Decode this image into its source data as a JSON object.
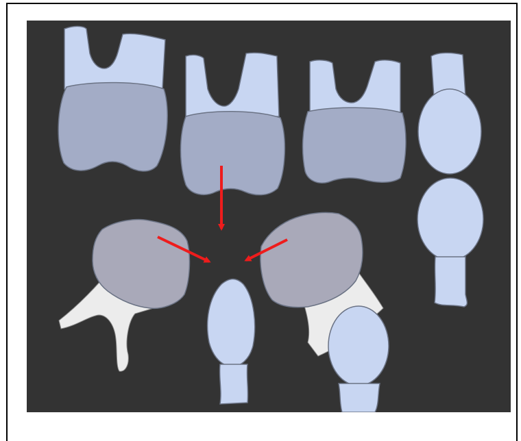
{
  "colors": {
    "background": "#333333",
    "frame": "#000000",
    "root_light_blue": "#c8d6f2",
    "crown_blue_gray": "#a3acc6",
    "crown_gray": "#a9a9b9",
    "root_white": "#ececec",
    "outline": "#6b7385",
    "arrow_red": "#ee1c1c"
  },
  "figure": {
    "teeth": [
      {
        "name": "upper-tooth-left",
        "kind": "molar-crown-down"
      },
      {
        "name": "upper-tooth-middle",
        "kind": "molar-crown-down"
      },
      {
        "name": "upper-tooth-right",
        "kind": "molar-crown-down"
      },
      {
        "name": "side-view-tooth-right",
        "kind": "lateral-view"
      },
      {
        "name": "lower-tooth-left",
        "kind": "tilted-molar"
      },
      {
        "name": "lower-tooth-right",
        "kind": "tilted-molar"
      },
      {
        "name": "center-bottom-tooth",
        "kind": "lateral-view"
      },
      {
        "name": "overlapping-oval-tooth",
        "kind": "lateral-view"
      }
    ],
    "arrows": [
      {
        "name": "arrow-down",
        "direction": "down"
      },
      {
        "name": "arrow-left-diagonal",
        "direction": "down-right"
      },
      {
        "name": "arrow-right-diagonal",
        "direction": "down-left"
      }
    ]
  }
}
